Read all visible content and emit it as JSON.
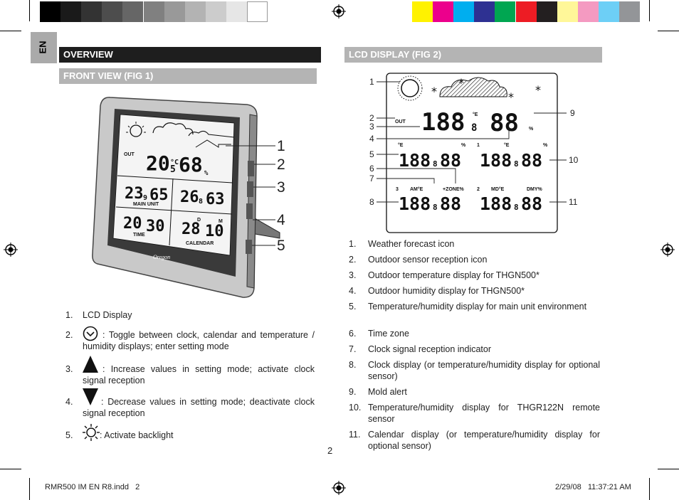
{
  "colors": {
    "grayscale_bar": [
      "#000000",
      "#1a1a1a",
      "#333333",
      "#4d4d4d",
      "#666666",
      "#808080",
      "#999999",
      "#b3b3b3",
      "#cccccc",
      "#e6e6e6",
      "#ffffff"
    ],
    "color_bar": [
      "#fff200",
      "#ec008c",
      "#00aeef",
      "#2e3192",
      "#00a651",
      "#ed1c24",
      "#231f20",
      "#fff799",
      "#f49ac1",
      "#6dcff6",
      "#939598"
    ],
    "header_black": "#1e1e1e",
    "header_gray": "#b4b4b4"
  },
  "language_tab": "EN",
  "left": {
    "overview_title": "OVERVIEW",
    "front_view_title": "FRONT VIEW (FIG 1)",
    "figure": {
      "callouts": [
        "1",
        "2",
        "3",
        "4",
        "5"
      ],
      "lcd": {
        "out_label": "OUT",
        "out_temp": "20",
        "out_temp_dec": "5",
        "out_temp_unit": "°C",
        "out_hum": "68",
        "hum_unit": "%",
        "main_temp": "23",
        "main_temp_dec": "9",
        "main_hum": "65",
        "main_label": "MAIN UNIT",
        "ch_temp": "26",
        "ch_temp_dec": "8",
        "ch_hum": "63",
        "time_h": "20",
        "time_m": "30",
        "time_label": "TIME",
        "cal_d_label": "D",
        "cal_m_label": "M",
        "cal_d": "28",
        "cal_m": "10",
        "cal_label": "CALENDAR",
        "brand": "Oregon"
      }
    },
    "items": [
      {
        "num": "1.",
        "icon": "",
        "text": "LCD Display"
      },
      {
        "num": "2.",
        "icon": "clock-icon",
        "text": ": Toggle between clock, calendar and temperature / humidity displays; enter setting mode"
      },
      {
        "num": "3.",
        "icon": "up-triangle-icon",
        "text": ": Increase values in setting mode; activate clock signal reception"
      },
      {
        "num": "4.",
        "icon": "down-triangle-icon",
        "text": ": Decrease values in setting mode; deactivate clock signal reception"
      },
      {
        "num": "5.",
        "icon": "sun-backlight-icon",
        "text": ": Activate backlight"
      }
    ]
  },
  "right": {
    "lcd_title": "LCD DISPLAY (FIG 2)",
    "figure": {
      "callouts_left": [
        "1",
        "2",
        "3",
        "4",
        "5",
        "6",
        "7",
        "8"
      ],
      "callouts_right": [
        "9",
        "10",
        "11"
      ],
      "lcd": {
        "out_label": "OUT",
        "big_temp": "188",
        "big_temp_dec": "8",
        "big_hum": "88",
        "deg_e": "°E",
        "hum_unit": "%",
        "row_temp": "188",
        "row_dec": "8",
        "row_hum": "88",
        "ch1_label": "1",
        "ch2_label": "2",
        "ch3_label": "3",
        "zone_label": "+ZONE%",
        "am_label": "AM°E",
        "md_label": "MD°E",
        "dmy_label": "DMY%"
      }
    },
    "items": [
      {
        "num": "1.",
        "text": "Weather forecast icon"
      },
      {
        "num": "2.",
        "text": "Outdoor sensor reception icon"
      },
      {
        "num": "3.",
        "text": "Outdoor temperature display for THGN500*"
      },
      {
        "num": "4.",
        "text": "Outdoor humidity display for THGN500*"
      },
      {
        "num": "5.",
        "text": "Temperature/humidity display for main unit environment"
      },
      {
        "num": "6.",
        "text": "Time zone"
      },
      {
        "num": "7.",
        "text": "Clock signal reception indicator"
      },
      {
        "num": "8.",
        "text": "Clock display (or temperature/humidity display for optional sensor)"
      },
      {
        "num": "9.",
        "text": "Mold alert"
      },
      {
        "num": "10.",
        "text": "Temperature/humidity display for THGR122N remote sensor"
      },
      {
        "num": "11.",
        "text": "Calendar display (or temperature/humidity display for optional sensor)"
      }
    ]
  },
  "page_number": "2",
  "footer": {
    "file": "RMR500 IM EN R8.indd   2",
    "timestamp": "2/29/08   11:37:21 AM"
  }
}
